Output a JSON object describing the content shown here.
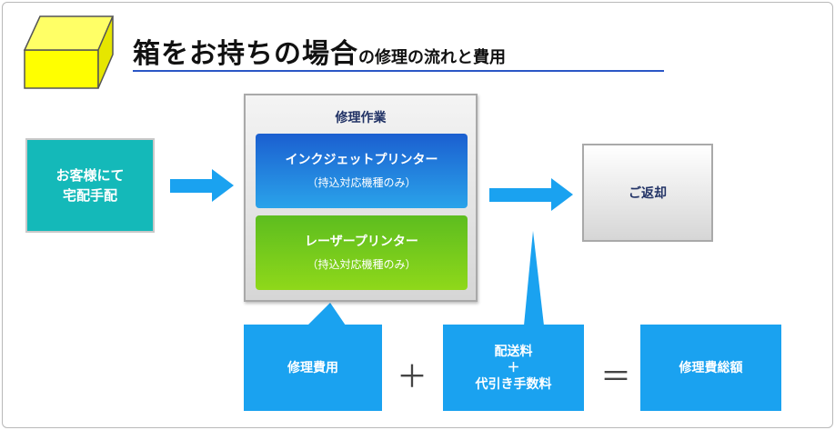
{
  "title": {
    "main": "箱をお持ちの場合",
    "sub": "の修理の流れと費用"
  },
  "colors": {
    "cube_face": "#ffff00",
    "cube_edge": "#7a7a00",
    "title_rule": "#2a56c6",
    "customer": "#14b9b9",
    "arrow": "#1aa2f0",
    "inkjet": "#1b5fd0",
    "laser": "#6cc81c",
    "cost_box": "#1aa2f0"
  },
  "customer": {
    "line1": "お客様にて",
    "line2": "宅配手配"
  },
  "repair": {
    "title": "修理作業",
    "inkjet": {
      "name": "インクジェットプリンター",
      "note": "（持込対応機種のみ）"
    },
    "laser": {
      "name": "レーザープリンター",
      "note": "（持込対応機種のみ）"
    }
  },
  "return_label": "ご返却",
  "costs": {
    "repair_fee": "修理費用",
    "plus": "＋",
    "shipping_line1": "配送料",
    "shipping_plus": "＋",
    "shipping_line2": "代引き手数料",
    "equals": "＝",
    "total": "修理費総額"
  }
}
